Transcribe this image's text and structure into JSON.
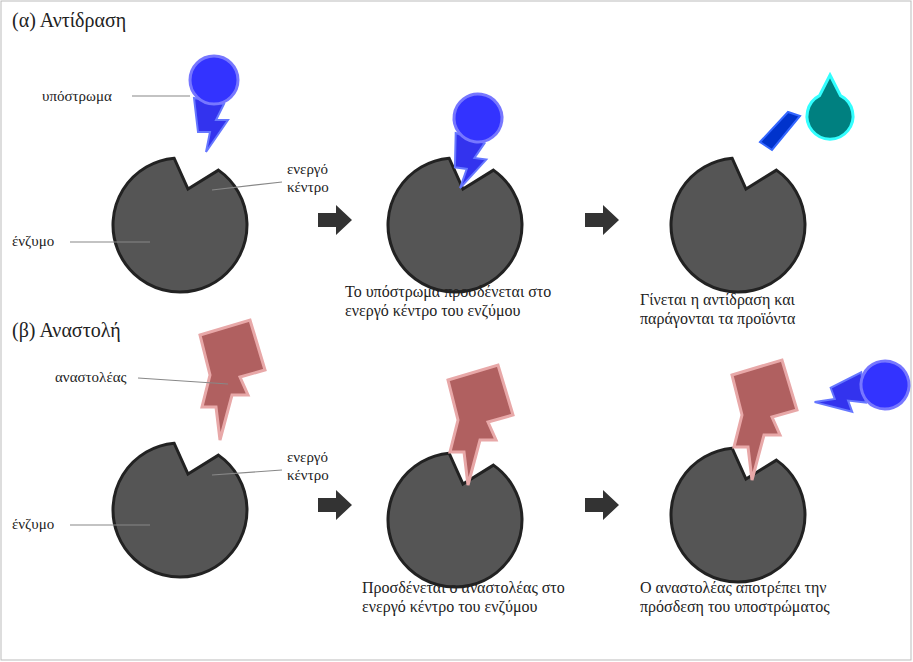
{
  "diagram": {
    "labels": [
      "(α) Αντίδραση",
      "υπόστρωμα",
      "ενεργό κέντρο",
      "ένζυμο",
      "Το υπόστρωμα προσδένεται στο ενεργό κέντρο του ενζύμου",
      "Γίνεται η αντίδραση και παράγονται τα προϊόντα",
      "(β) Αναστολή",
      "αναστολέας",
      "ενεργό κέντρο",
      "ένζυμο",
      "Προσδένεται ο αναστολέας στο ενεργό κέντρο του ενζύμου",
      "Ο αναστολέας αποτρέπει την πρόσδεση του υποστρώματος"
    ]
  }
}
